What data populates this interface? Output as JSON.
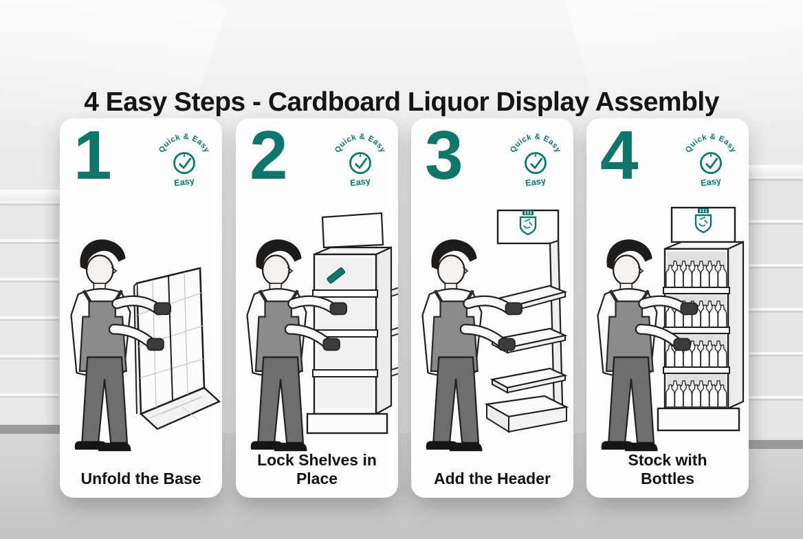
{
  "title": "4 Easy Steps - Cardboard Liquor Display Assembly",
  "accent_color": "#0f766b",
  "badge": {
    "arc_text": "Quick & Easy",
    "bottom_text": "Easy",
    "icon": "clock-check-icon"
  },
  "steps": [
    {
      "number": "1",
      "caption": "Unfold the Base",
      "scene": "worker-unfolding-gridded-cardboard-base"
    },
    {
      "number": "2",
      "caption": "Lock Shelves in Place",
      "scene": "worker-locking-shelf-tabs-on-tower"
    },
    {
      "number": "3",
      "caption": "Add the Header",
      "scene": "worker-placing-shelf-under-header-sign"
    },
    {
      "number": "4",
      "caption": "Stock with Bottles",
      "scene": "worker-filling-display-with-bottles"
    }
  ],
  "background": {
    "scene": "empty-supermarket-aisle-with-bare-shelves"
  }
}
